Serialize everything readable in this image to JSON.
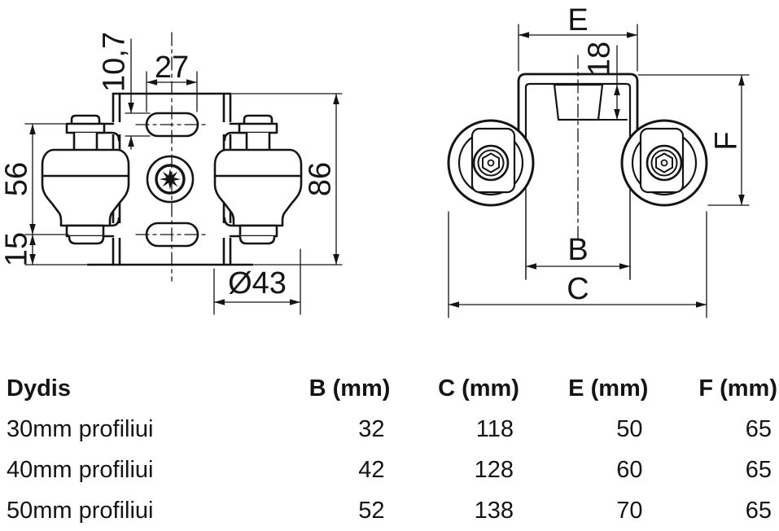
{
  "colors": {
    "line": "#141414",
    "text": "#141414",
    "background": "#ffffff"
  },
  "drawing": {
    "front_view": {
      "dims": {
        "slot_length": "27",
        "slot_width": "10,7",
        "roller_height": "56",
        "bottom_offset": "15",
        "overall_height": "86",
        "roller_diameter": "Ø43"
      }
    },
    "side_view": {
      "dims": {
        "bracket_outer_width": "E",
        "bracket_inner_depth": "18",
        "height": "F",
        "inner_span": "B",
        "overall_width": "C"
      }
    }
  },
  "table": {
    "headers": [
      "Dydis",
      "B (mm)",
      "C (mm)",
      "E (mm)",
      "F (mm)"
    ],
    "rows": [
      {
        "label": "30mm profiliui",
        "b": "32",
        "c": "118",
        "e": "50",
        "f": "65"
      },
      {
        "label": "40mm profiliui",
        "b": "42",
        "c": "128",
        "e": "60",
        "f": "65"
      },
      {
        "label": "50mm profiliui",
        "b": "52",
        "c": "138",
        "e": "70",
        "f": "65"
      }
    ]
  }
}
